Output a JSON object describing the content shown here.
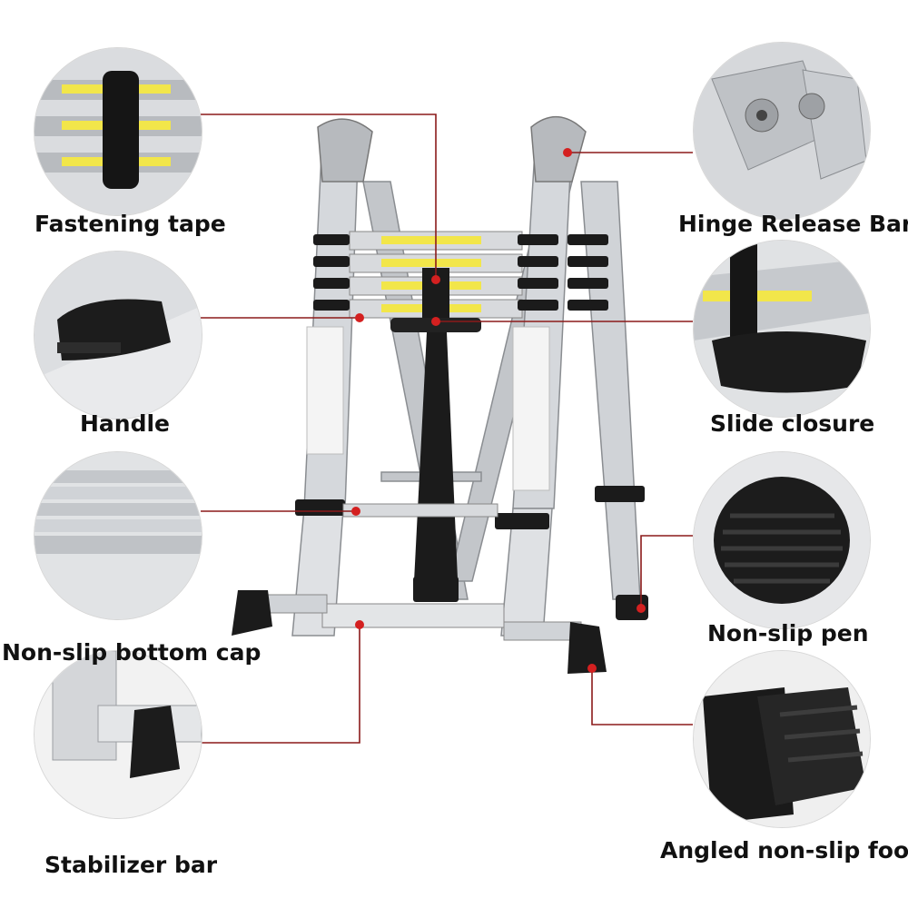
{
  "features": {
    "fastening_tape": "Fastening tape",
    "hinge_release_bar": "Hinge Release Bar",
    "handle": "Handle",
    "slide_closure": "Slide closure",
    "non_slip_bottom_cap": "Non-slip bottom cap",
    "non_slip_pen": "Non-slip pen",
    "stabilizer_bar": "Stabilizer bar",
    "angled_non_slip_foot": "Angled non-slip foot"
  },
  "colors": {
    "leader_line": "#8b1a1a",
    "marker_dot": "#d42020",
    "aluminum": "#c9ccd0",
    "rubber": "#1b1b1b",
    "warning_label": "#f2e64a"
  }
}
